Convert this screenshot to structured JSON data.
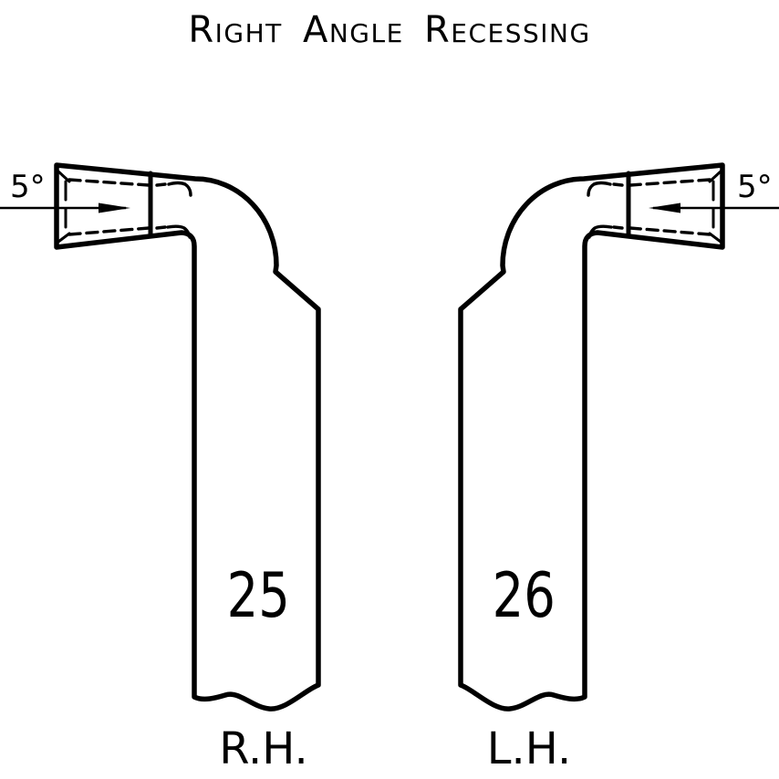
{
  "title": "Right Angle Recessing",
  "colors": {
    "ink": "#000000",
    "paper": "#ffffff"
  },
  "tools": {
    "left": {
      "angle_label": "5°",
      "number": "25",
      "hand_label": "R.H."
    },
    "right": {
      "angle_label": "5°",
      "number": "26",
      "hand_label": "L.H."
    }
  }
}
